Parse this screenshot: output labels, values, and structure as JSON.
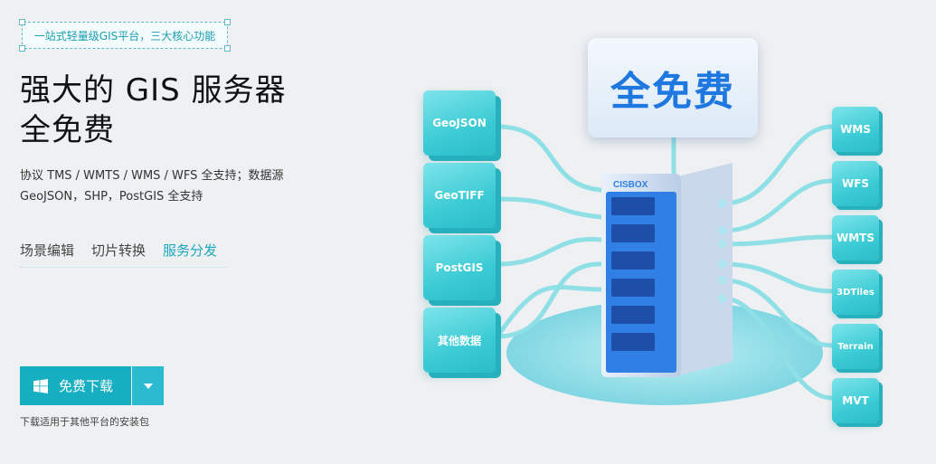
{
  "tag": {
    "text": "一站式轻量级GIS平台，三大核心功能"
  },
  "hero": {
    "title_line1": "强大的 GIS 服务器",
    "title_line2": "全免费",
    "desc_line1": "协议 TMS / WMTS / WMS / WFS 全支持；数据源",
    "desc_line2": "GeoJSON，SHP，PostGIS 全支持"
  },
  "tabs": [
    {
      "label": "场景编辑",
      "active": false
    },
    {
      "label": "切片转换",
      "active": false
    },
    {
      "label": "服务分发",
      "active": true
    }
  ],
  "download": {
    "label": "免费下载",
    "note": "下载适用于其他平台的安装包",
    "icon": "windows-icon",
    "dropdown_icon": "caret-down-icon"
  },
  "illustration": {
    "sign_text": "全免费",
    "brand": "CISBOX",
    "inputs": [
      "GeoJSON",
      "GeoTIFF",
      "PostGIS",
      "其他数据"
    ],
    "outputs": [
      "WMS",
      "WFS",
      "WMTS",
      "3DTiles",
      "Terrain",
      "MVT"
    ]
  },
  "colors": {
    "accent": "#16aec1",
    "server_blue": "#2f7fe4",
    "cube": "#3ccbd5"
  }
}
